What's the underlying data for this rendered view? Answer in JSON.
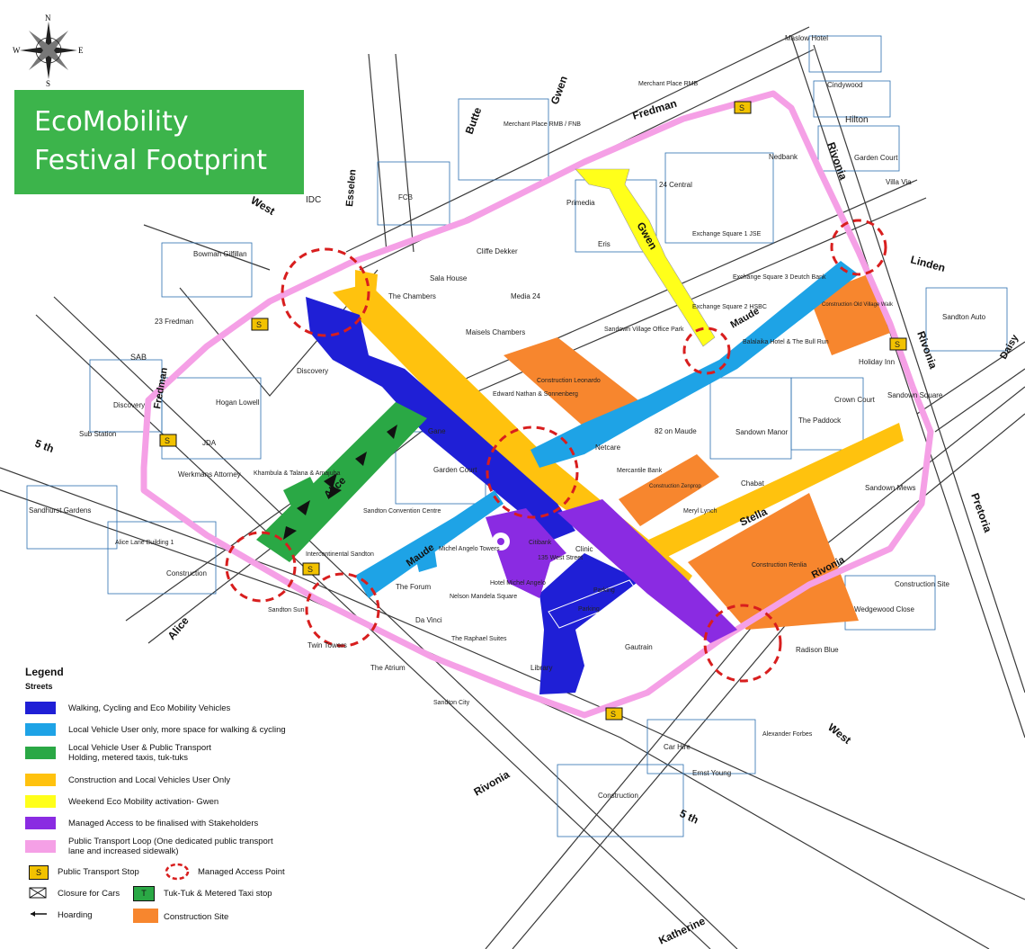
{
  "title": {
    "line1": "EcoMobility",
    "line2": "Festival Footprint"
  },
  "compass": {
    "n": "N",
    "e": "E",
    "s": "S",
    "w": "W"
  },
  "colors": {
    "walking": "#1f1fd6",
    "local_vehicle": "#1ea3e6",
    "public_transport_holding": "#2aa845",
    "construction_local": "#ffc20e",
    "weekend_gwen": "#ffff1a",
    "managed_access": "#8a2be2",
    "transport_loop": "#f5a0e6",
    "construction_site": "#f7862e",
    "stop_yellow": "#f2c200",
    "access_red": "#d81e1e"
  },
  "streets": {
    "fredman_top": "Fredman",
    "gwen_top": "Gwen",
    "gwen_inner": "Gwen",
    "butte": "Butte",
    "esselen": "Esselen",
    "west_top": "West",
    "rivonia_right": "Rivonia",
    "rivonia_mid": "Rivonia",
    "rivonia_bottom": "Rivonia",
    "rivonia_low": "Rivonia",
    "linden": "Linden",
    "daisy": "Daisy",
    "maude_mid": "Maude",
    "maude_low": "Maude",
    "alice_green": "Alice",
    "alice_low": "Alice",
    "stella": "Stella",
    "pretoria": "Pretoria",
    "fredman_left": "Fredman",
    "fifth_left": "5 th",
    "fifth_bottom": "5 th",
    "west_bottom": "West",
    "katherine": "Katherine"
  },
  "places": {
    "maslow": "Maslow Hotel",
    "cindywood": "Cindywood",
    "hilton": "Hilton",
    "garden_court": "Garden Court",
    "villa_via": "Villa Via",
    "nedbank": "Nedbank",
    "merchant_rmb": "Merchant Place RMB",
    "merchant_fnb": "Merchant Place RMB / FNB",
    "idc": "IDC",
    "fcb": "FCB",
    "primedia": "Primedia",
    "central24": "24 Central",
    "eris": "Eris",
    "exchange1": "Exchange Square 1 JSE",
    "exchange3": "Exchange Square 3 Deutch Bank",
    "exchange2": "Exchange Square 2 HSBC",
    "cliffe": "Cliffe Dekker",
    "sala": "Sala House",
    "chambers": "The Chambers",
    "media24": "Media 24",
    "maisels": "Maisels Chambers",
    "svop": "Sandown Village Office Park",
    "bowman": "Bowman Gilfillan",
    "fredman23": "23 Fredman",
    "sab": "SAB",
    "discovery_main": "Discovery",
    "discovery_small": "Discovery",
    "substation": "Sub Station",
    "hogan": "Hogan Lowell",
    "jda": "JDA",
    "werksmans": "Werkmans Attorney",
    "khambula": "Khambula & Talana & Amajuba",
    "sandhurst": "Sandhurst Gardens",
    "alice_lane": "Alice Lane Building 1",
    "construction_left": "Construction",
    "con_leonardo": "Construction Leonardo",
    "edward": "Edward Nathan & Sonnenberg",
    "gane": "Gane",
    "garden_court2": "Garden Court",
    "netcare": "Netcare",
    "maude82": "82 on Maude",
    "sandown_manor": "Sandown Manor",
    "paddock": "The Paddock",
    "crown_court": "Crown Court",
    "balalaika": "Balalaika Hotel & The Bull Run",
    "holiday_inn": "Holiday Inn",
    "sandown_square": "Sandown Square",
    "sandton_auto": "Sandton Auto",
    "con_old_village": "Construction Old Village Walk",
    "mercantile": "Mercantile Bank",
    "con_zenprop": "Construction Zenprop",
    "meryl": "Meryl Lynch",
    "chabat": "Chabat",
    "sandown_mews": "Sandown Mews",
    "con_renlia": "Construction Renlia",
    "construction_site_r": "Construction Site",
    "wedgewood": "Wedgewood Close",
    "radison": "Radison Blue",
    "convention": "Sandton Convention Centre",
    "intercontinental": "Intercontinental Sandton",
    "citibank": "Citibank",
    "clinic": "Clinic",
    "west135": "135 West Street",
    "michel_towers": "Michel Angelo Towers",
    "hotel_michel": "Hotel Michel Angelo",
    "nelson": "Nelson Mandela Square",
    "forum": "The Forum",
    "da_vinci": "Da Vinci",
    "raphael": "The Raphael Suites",
    "library": "Library",
    "gautrain": "Gautrain",
    "parking1": "Parking",
    "parking2": "Parking",
    "sandton_sun": "Sandton Sun",
    "twin_towers": "Twin Towers",
    "atrium": "The Atrium",
    "sandton_city": "Sandton City",
    "car_hire": "Car Hire",
    "alexander": "Alexander Forbes",
    "ernst": "Ernst Young",
    "construction_bottom": "Construction"
  },
  "legend": {
    "title": "Legend",
    "subtitle": "Streets",
    "items": [
      {
        "key": "walking",
        "label1": "Walking, Cycling and Eco Mobility Vehicles",
        "label2": ""
      },
      {
        "key": "local_vehicle",
        "label1": "Local Vehicle User only, more space for walking & cycling",
        "label2": ""
      },
      {
        "key": "public_transport_holding",
        "label1": "Local Vehicle User & Public Transport",
        "label2": "Holding, metered taxis, tuk-tuks"
      },
      {
        "key": "construction_local",
        "label1": "Construction and Local Vehicles User Only",
        "label2": ""
      },
      {
        "key": "weekend_gwen",
        "label1": "Weekend Eco Mobility activation- Gwen",
        "label2": ""
      },
      {
        "key": "managed_access",
        "label1": "Managed Access to be finalised with Stakeholders",
        "label2": ""
      },
      {
        "key": "transport_loop",
        "label1": "Public Transport Loop (One dedicated public transport",
        "label2": "lane and increased sidewalk)"
      }
    ],
    "stop_label": "Public Transport Stop",
    "stop_symbol": "S",
    "access_label": "Managed  Access Point",
    "closure_label": "Closure for Cars",
    "tuktuk_label": "Tuk-Tuk & Metered Taxi stop",
    "tuktuk_symbol": "T",
    "hoarding_label": "Hoarding",
    "construction_label": "Construction Site"
  }
}
